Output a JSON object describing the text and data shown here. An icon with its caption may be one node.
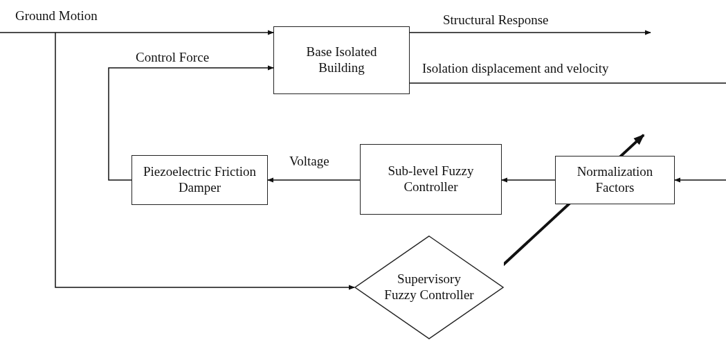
{
  "diagram": {
    "nodes": [
      {
        "text": [
          "Base Isolated Building"
        ]
      },
      {
        "text": [
          "Piezoelectric Friction Damper"
        ]
      },
      {
        "text": [
          "Sub-level Fuzzy Controller"
        ]
      },
      {
        "text": [
          "Normalization Factors"
        ]
      },
      {
        "text": [
          "Supervisory Fuzzy Controller"
        ]
      }
    ],
    "edges": [
      {
        "from": null,
        "to": 0,
        "arrow": "to",
        "label": "Ground Motion"
      },
      {
        "from": null,
        "to": 4,
        "arrow": "to"
      },
      {
        "from": 0,
        "to": null,
        "arrow": "to",
        "label": "Structural Response"
      },
      {
        "from": 0,
        "to": null,
        "arrow": "none",
        "label": "Isolation displacement and velocity"
      },
      {
        "from": null,
        "to": 3,
        "arrow": "to"
      },
      {
        "from": 3,
        "to": 2,
        "arrow": "to"
      },
      {
        "from": 2,
        "to": 1,
        "arrow": "to",
        "label": "Voltage"
      },
      {
        "from": 1,
        "to": 0,
        "arrow": "to",
        "label": "Control Force"
      },
      {
        "from": 4,
        "to": 3,
        "arrow": "to",
        "style": "thick"
      }
    ]
  }
}
